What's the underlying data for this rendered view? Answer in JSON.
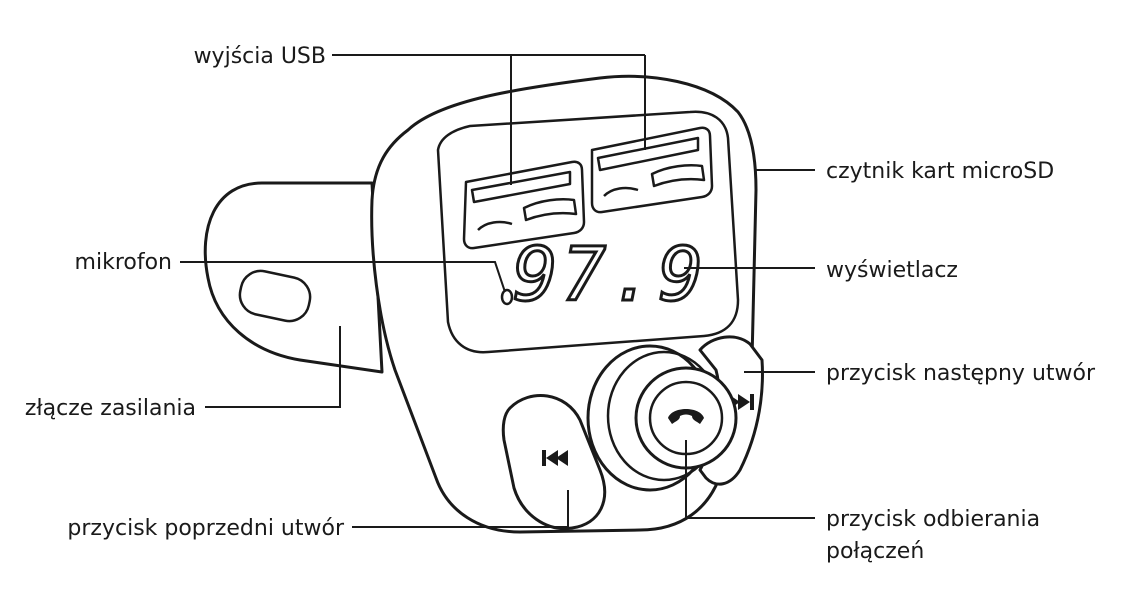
{
  "labels": {
    "usb_outputs": "wyjścia USB",
    "microsd_reader": "czytnik kart microSD",
    "microphone": "mikrofon",
    "display": "wyświetlacz",
    "power_connector": "złącze zasilania",
    "next_track_button": "przycisk następny utwór",
    "previous_track_button": "przycisk poprzedni utwór",
    "answer_call_button_line1": "przycisk odbierania",
    "answer_call_button_line2": "połączeń"
  },
  "display": {
    "frequency": "97.9"
  },
  "icons": {
    "previous": "previous-track-icon",
    "next": "next-track-icon",
    "phone": "phone-handset-icon"
  }
}
